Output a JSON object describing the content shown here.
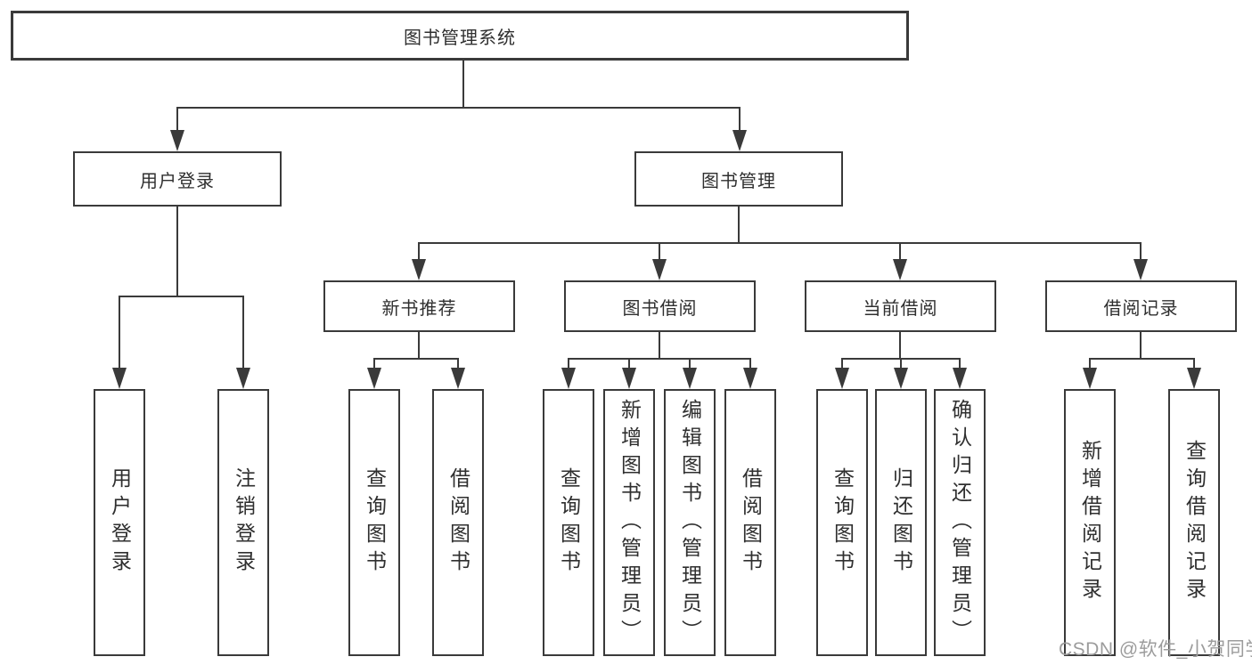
{
  "diagram": {
    "root": "图书管理系统",
    "branches": [
      {
        "label": "用户登录",
        "children": [
          {
            "label": "用户登录"
          },
          {
            "label": "注销登录"
          }
        ]
      },
      {
        "label": "图书管理",
        "children": [
          {
            "label": "新书推荐",
            "children": [
              {
                "label": "查询图书"
              },
              {
                "label": "借阅图书"
              }
            ]
          },
          {
            "label": "图书借阅",
            "children": [
              {
                "label": "查询图书"
              },
              {
                "label": "新增图书（管理员）"
              },
              {
                "label": "编辑图书（管理员）"
              },
              {
                "label": "借阅图书"
              }
            ]
          },
          {
            "label": "当前借阅",
            "children": [
              {
                "label": "查询图书"
              },
              {
                "label": "归还图书"
              },
              {
                "label": "确认归还（管理员）"
              }
            ]
          },
          {
            "label": "借阅记录",
            "children": [
              {
                "label": "新增借阅记录"
              },
              {
                "label": "查询借阅记录"
              }
            ]
          }
        ]
      }
    ]
  },
  "watermark": "CSDN @软件_小贺同学",
  "colors": {
    "line": "#3a3a3a",
    "text": "#2f2f2f",
    "background": "#ffffff",
    "watermark": "#9c9c9c"
  }
}
